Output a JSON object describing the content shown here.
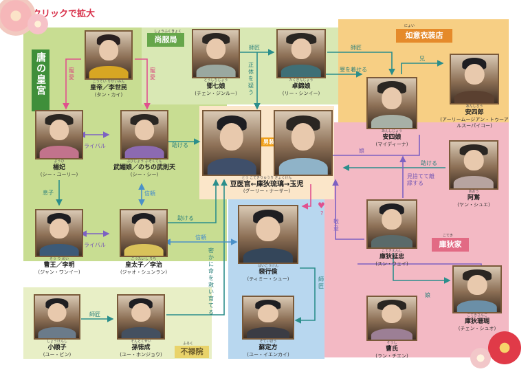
{
  "banner": {
    "label": "クリックで拡大"
  },
  "regions": {
    "tang_court": "唐の皇宮",
    "shangfu": "尚服局",
    "shangfu_ruby": "しょうふくきょく",
    "ruyi": "如意衣装店",
    "ruyi_ruby": "にょい",
    "ku_family": "庫狄家",
    "ku_ruby": "こてき",
    "buluo": "不禄院",
    "buluo_ruby": "ふろく"
  },
  "people": {
    "emperor": {
      "ruby": "こうてい りせいみん",
      "name": "皇帝／李世民",
      "reading": "(タン・カイ)"
    },
    "yang": {
      "ruby": "ようひ",
      "name": "楊妃",
      "reading": "(シー・ユーリー)"
    },
    "wu": {
      "ruby": "ぶびじょう ぶそくてん",
      "name": "武媚娘／のちの武則天",
      "reading": "(シー・シー)"
    },
    "cao": {
      "ruby": "そう り めい",
      "name": "曹王／李明",
      "reading": "(ジャン・ワンイー)"
    },
    "prince": {
      "ruby": "こうたいし りち",
      "name": "皇太子／李治",
      "reading": "(ジャオ・シュンラン)"
    },
    "xiao": {
      "ruby": "しょうけんし",
      "name": "小顺子",
      "reading": "(ユー・ビン)"
    },
    "sun": {
      "ruby": "そんとくせい",
      "name": "孫徳成",
      "reading": "(ユー・ホンジョウ)"
    },
    "guo": {
      "ruby": "とうしちじょう",
      "name": "鄧七娘",
      "reading": "(チェン・ジンルー)"
    },
    "zhuo": {
      "ruby": "たくきんじょう",
      "name": "卓錦娘",
      "reading": "(リー・シンイー)"
    },
    "heroine": {
      "ruby": "とう こてきりゅうり ぎょくけん",
      "name": "豆医官←庫狄琉璃→玉児",
      "reading": "(グーリー・ナーザー)"
    },
    "pei": {
      "ruby": "はいこうけん",
      "name": "裴行倹",
      "reading": "(ティミー・シュー)"
    },
    "su": {
      "ruby": "そていほう",
      "name": "蘇定方",
      "reading": "(ユー・イエンカイ)"
    },
    "an4": {
      "ruby": "あんしじょう",
      "name": "安四娘",
      "reading": "(マイディーナ)"
    },
    "an_sirou": {
      "ruby": "あんしろう",
      "name": "安四郎",
      "reading": "(アーリームージアン・トゥーアルスーパイコー)"
    },
    "ayou": {
      "ruby": "あおう",
      "name": "阿鴬",
      "reading": "(ヤン・シュエ)"
    },
    "ku_yan": {
      "ruby": "こてきえんし",
      "name": "庫狄延忠",
      "reading": "(スン・ウェイ)"
    },
    "ku_shan": {
      "ruby": "こてきさんご",
      "name": "庫狄珊瑚",
      "reading": "(チェン・シュオ)"
    },
    "cao_shi": {
      "ruby": "そうし",
      "name": "曹氏",
      "reading": "(ラン・チエン)"
    }
  },
  "edges": {
    "chouai1": "寵愛",
    "chouai2": "寵愛",
    "rival1": "ライバル",
    "rival2": "ライバル",
    "musuko": "息子",
    "shinrai": "信頼",
    "tasukeru1": "助ける",
    "tasukeru2": "助ける",
    "tasukeru3": "助ける",
    "shinrai2": "信頼",
    "shisho1": "師匠",
    "shisho2": "師匠",
    "shisho3": "師匠",
    "shisho4": "師匠",
    "shotai": "正体を疑う",
    "tsumi": "罪を着せる",
    "ani": "兄",
    "musume1": "娘",
    "musume2": "娘",
    "miste": "見捨てて離縁する",
    "keii": "敬意",
    "danso": "男装",
    "question": "?",
    "himitsu": "密かに命を救い育てる"
  },
  "colors": {
    "green": "#c8dd92",
    "orange": "#f7cf84",
    "pink": "#f3b9c4",
    "blue": "#b8d7ef",
    "buluo": "#e8efc6",
    "arrow_teal": "#2b8e8b",
    "arrow_pink": "#e0508e",
    "arrow_purple": "#7c61c2",
    "arrow_blue": "#4a90c8",
    "label_green": "#3f8f3a",
    "label_orange": "#e58a2a",
    "label_pink": "#e26a84",
    "banner_red": "#d8304a"
  },
  "icons": {
    "banner": "magnify-plus-icon",
    "flower": "flower-icon",
    "heart": "heart-icon"
  }
}
